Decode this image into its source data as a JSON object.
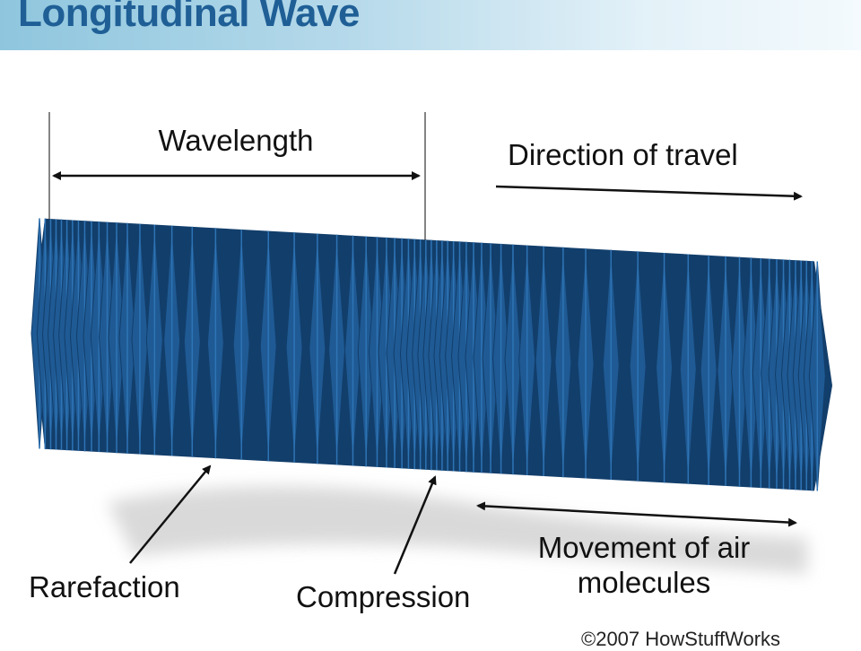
{
  "title": "Longitudinal Wave",
  "labels": {
    "wavelength": "Wavelength",
    "direction": "Direction of travel",
    "rarefaction": "Rarefaction",
    "compression": "Compression",
    "movement_line1": "Movement of air",
    "movement_line2": "molecules"
  },
  "copyright": "©2007 HowStuffWorks",
  "colors": {
    "header_text": "#1f5f96",
    "wave_fill": "#1f5a94",
    "wave_dark": "#123e6b",
    "shadow": "#d5d5d5"
  }
}
